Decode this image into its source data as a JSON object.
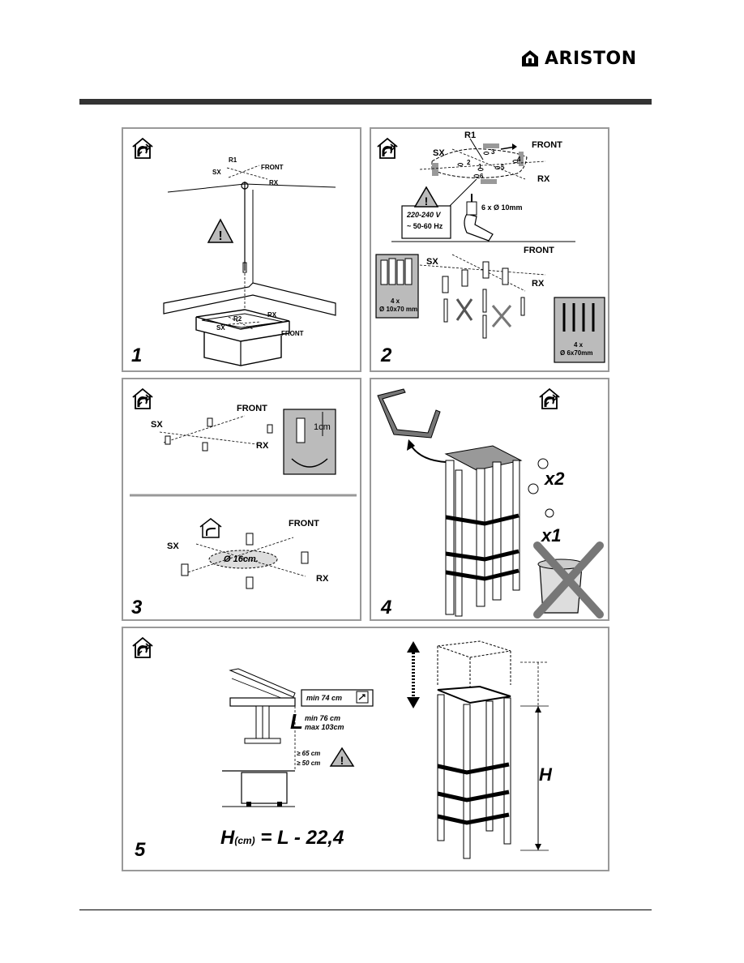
{
  "brand": {
    "name": "ARISTON"
  },
  "icons": {
    "recirc": "recirculation-mode-icon",
    "extract": "extraction-mode-icon",
    "warning": "warning-triangle-icon"
  },
  "step1": {
    "number": "1",
    "r1": "R1",
    "sx": "SX",
    "front": "FRONT",
    "rx": "RX",
    "r2": "R2",
    "sx2": "SX",
    "rx2": "RX",
    "front2": "FRONT"
  },
  "step2": {
    "number": "2",
    "r1": "R1",
    "sx": "SX",
    "front": "FRONT",
    "rx": "RX",
    "holes": [
      "3",
      "4",
      "2",
      "5",
      "1",
      "6"
    ],
    "voltage": "220-240 V",
    "freq": "~ 50-60 Hz",
    "drill": "6 x Ø 10mm",
    "sx2": "SX",
    "front2": "FRONT",
    "rx2": "RX",
    "plugs_qty": "4 x",
    "plugs_size": "Ø 10x70 mm",
    "screws_qty": "4 x",
    "screws_size": "Ø 6x70mm"
  },
  "step3": {
    "number": "3",
    "front": "FRONT",
    "sx": "SX",
    "rx": "RX",
    "gap": "1cm",
    "sx2": "SX",
    "front2": "FRONT",
    "rx2": "RX",
    "diameter": "Ø 16cm."
  },
  "step4": {
    "number": "4",
    "x2": "x2",
    "x1": "x1"
  },
  "step5": {
    "number": "5",
    "min74": "min 74 cm",
    "L": "L",
    "min76": "min 76 cm",
    "max103": "max 103cm",
    "ge65": "≥ 65 cm",
    "ge50": "≥ 50 cm",
    "H": "H",
    "formula_h": "H",
    "formula_cm": "(cm)",
    "formula_rest": " = L - 22,4"
  }
}
